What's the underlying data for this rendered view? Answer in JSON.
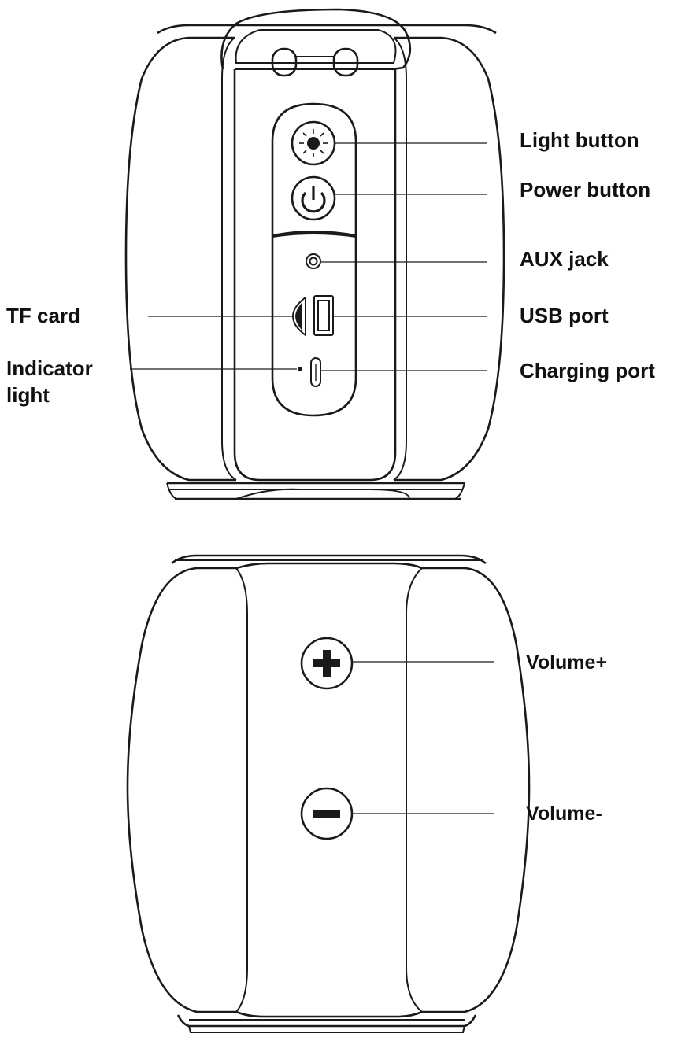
{
  "top_view": {
    "callouts": {
      "light_button": "Light button",
      "power_button": "Power button",
      "aux_jack": "AUX jack",
      "usb_port": "USB port",
      "charging_port": "Charging port",
      "tf_card": "TF card",
      "indicator_light_line1": "Indicator",
      "indicator_light_line2": "light"
    }
  },
  "bottom_view": {
    "callouts": {
      "volume_up": "Volume+",
      "volume_down": "Volume-"
    }
  },
  "colors": {
    "line": "#1a1a1a",
    "text": "#111111",
    "background": "#ffffff"
  }
}
